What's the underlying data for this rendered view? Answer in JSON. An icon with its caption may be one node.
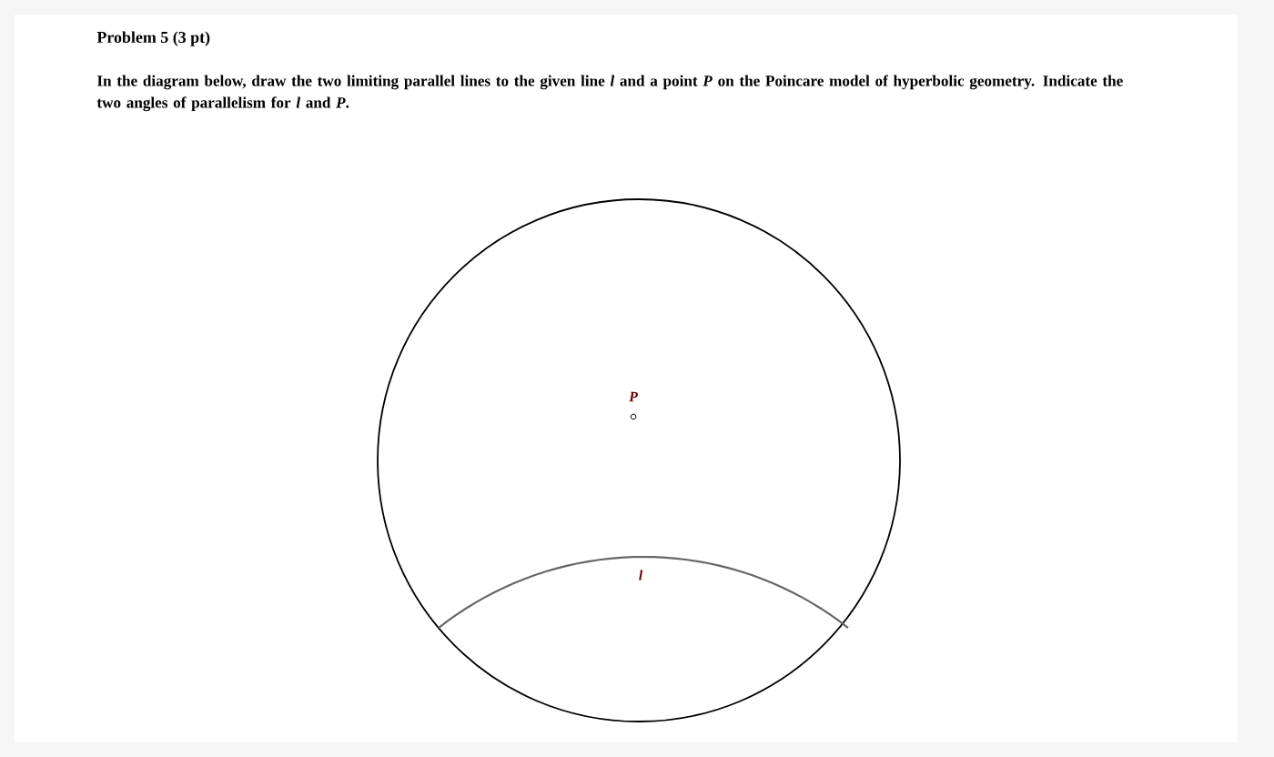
{
  "diagram": {
    "title": "Problem 5 (3 pt)",
    "caption": "In the diagram below, draw the two limiting parallel lines to the given line *l* and a point *P* on the Poincare model of hyperbolic geometry. Indicate the two angles of parallelism for *l* and *P*.",
    "labels": [
      "P",
      "l"
    ]
  }
}
